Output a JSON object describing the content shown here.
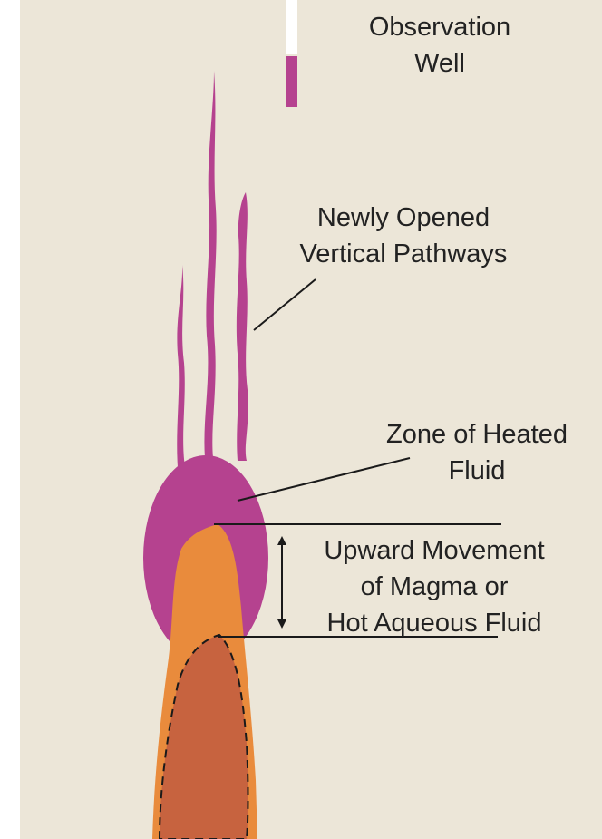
{
  "colors": {
    "background": "#ece6d8",
    "heated_fluid": "#b5428f",
    "hot_fluid": "#e98b3c",
    "magma": "#c7633f",
    "line": "#1a1a1a"
  },
  "labels": {
    "observation_well": [
      "Observation",
      "Well"
    ],
    "vertical_pathways": [
      "Newly Opened",
      "Vertical Pathways"
    ],
    "heated_fluid_zone": [
      "Zone of Heated",
      "Fluid"
    ],
    "upward_movement": [
      "Upward Movement",
      "of Magma or",
      "Hot Aqueous Fluid"
    ]
  }
}
